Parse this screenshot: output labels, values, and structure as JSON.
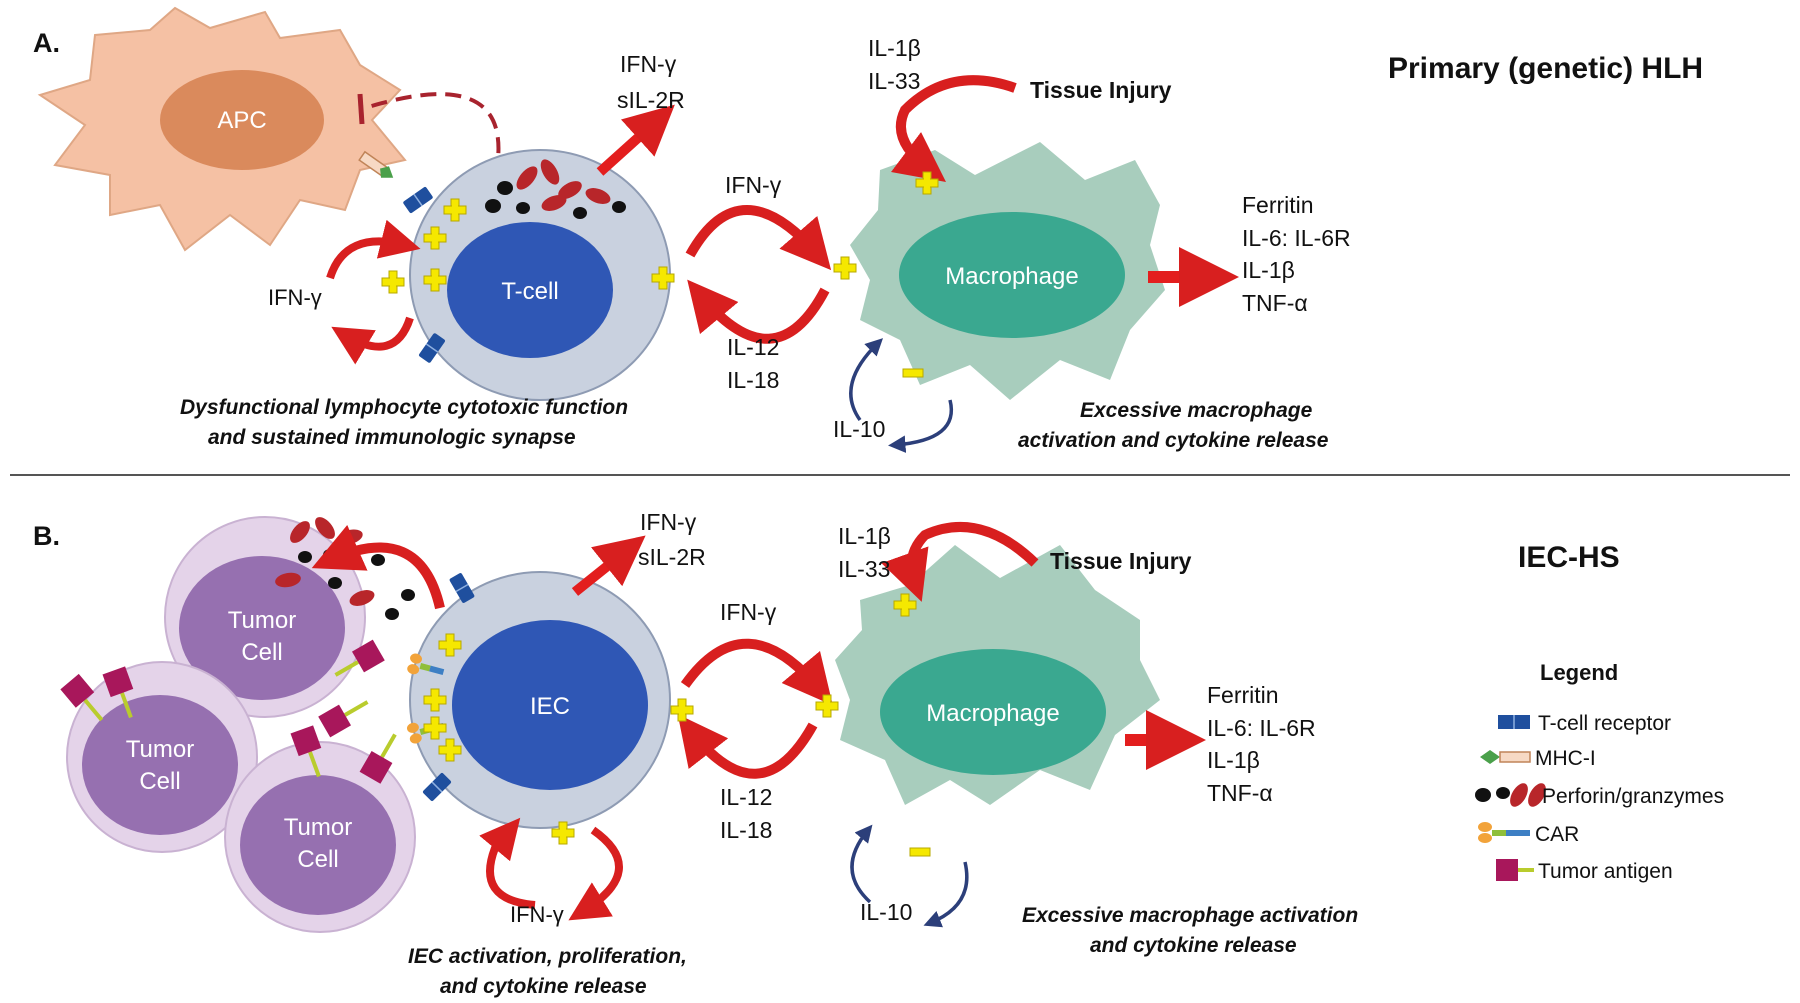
{
  "colors": {
    "red_arrow": "#e31e1e",
    "red_dark": "#9b1c1c",
    "plus_yellow": "#f5e800",
    "macrophage_outer": "#a8cdbd",
    "macrophage_inner": "#3aa890",
    "tcell_outer": "#c9d1df",
    "tcell_inner": "#2f57b5",
    "apc_outer": "#f5c1a4",
    "apc_inner": "#da8a5c",
    "tumor_outer": "#e4d3e9",
    "tumor_inner": "#9670b0",
    "tcr_blue": "#1f4f9e",
    "tumor_antigen": "#a8175b",
    "antigen_stalk": "#b9cc2d",
    "car_orange": "#f2a33a",
    "il10_arrow": "#2c3f7a"
  },
  "panel_a": {
    "letter": "A.",
    "title": "Primary (genetic) HLH",
    "apc_label": "APC",
    "tcell_label": "T-cell",
    "macrophage_label": "Macrophage",
    "ifn_self": "IFN-γ",
    "secreted_line1": "IFN-γ",
    "secreted_line2": "sIL-2R",
    "loop_top": "IFN-γ",
    "loop_bottom_line1": "IL-12",
    "loop_bottom_line2": "IL-18",
    "injury_line1": "IL-1β",
    "injury_line2": "IL-33",
    "tissue_injury": "Tissue Injury",
    "outputs": [
      "Ferritin",
      "IL-6: IL-6R",
      "IL-1β",
      "TNF-α"
    ],
    "il10": "IL-10",
    "caption_left_line1": "Dysfunctional lymphocyte cytotoxic function",
    "caption_left_line2": "and sustained immunologic synapse",
    "caption_right_line1": "Excessive macrophage",
    "caption_right_line2": "activation and cytokine release"
  },
  "panel_b": {
    "letter": "B.",
    "title": "IEC-HS",
    "iec_label": "IEC",
    "macrophage_label": "Macrophage",
    "tumor_line1": "Tumor",
    "tumor_line2": "Cell",
    "ifn_self": "IFN-γ",
    "secreted_line1": "IFN-γ",
    "secreted_line2": "sIL-2R",
    "loop_top": "IFN-γ",
    "loop_bottom_line1": "IL-12",
    "loop_bottom_line2": "IL-18",
    "injury_line1": "IL-1β",
    "injury_line2": "IL-33",
    "tissue_injury": "Tissue Injury",
    "outputs": [
      "Ferritin",
      "IL-6: IL-6R",
      "IL-1β",
      "TNF-α"
    ],
    "il10": "IL-10",
    "caption_left_line1": "IEC activation, proliferation,",
    "caption_left_line2": "and cytokine release",
    "caption_right_line1": "Excessive macrophage activation",
    "caption_right_line2": "and cytokine release"
  },
  "legend": {
    "title": "Legend",
    "items": [
      {
        "icon": "t-cell-receptor-icon",
        "label": "T-cell receptor"
      },
      {
        "icon": "mhc-i-icon",
        "label": "MHC-I"
      },
      {
        "icon": "perforin-granzymes-icon",
        "label": "Perforin/granzymes"
      },
      {
        "icon": "car-icon",
        "label": "CAR"
      },
      {
        "icon": "tumor-antigen-icon",
        "label": "Tumor antigen"
      }
    ]
  }
}
